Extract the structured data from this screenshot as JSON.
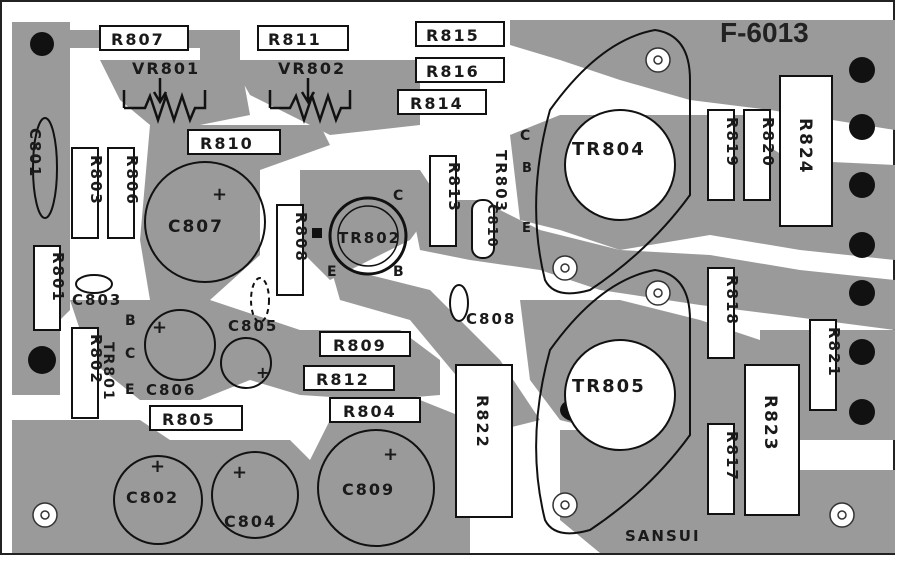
{
  "board": {
    "title": "F-6013",
    "brand": "SANSUI"
  },
  "resistors": [
    "R807",
    "R811",
    "R815",
    "R816",
    "R814",
    "R810",
    "R803",
    "R806",
    "R801",
    "R802",
    "R808",
    "R813",
    "R809",
    "R812",
    "R805",
    "R804",
    "R822",
    "R819",
    "R820",
    "R824",
    "R818",
    "R821",
    "R817",
    "R823"
  ],
  "potentiometers": [
    "VR801",
    "VR802"
  ],
  "capacitors": [
    "C801",
    "C803",
    "C807",
    "C810",
    "C808",
    "C805",
    "C806",
    "C802",
    "C804",
    "C809"
  ],
  "transistors": [
    "TR801",
    "TR802",
    "TR803",
    "TR804",
    "TR805"
  ],
  "pin_labels": {
    "tr801": [
      "B",
      "C",
      "E"
    ],
    "tr802": [
      "C",
      "E",
      "B"
    ],
    "tr803": [
      "C",
      "B",
      "E"
    ]
  },
  "plus_mark": "+"
}
